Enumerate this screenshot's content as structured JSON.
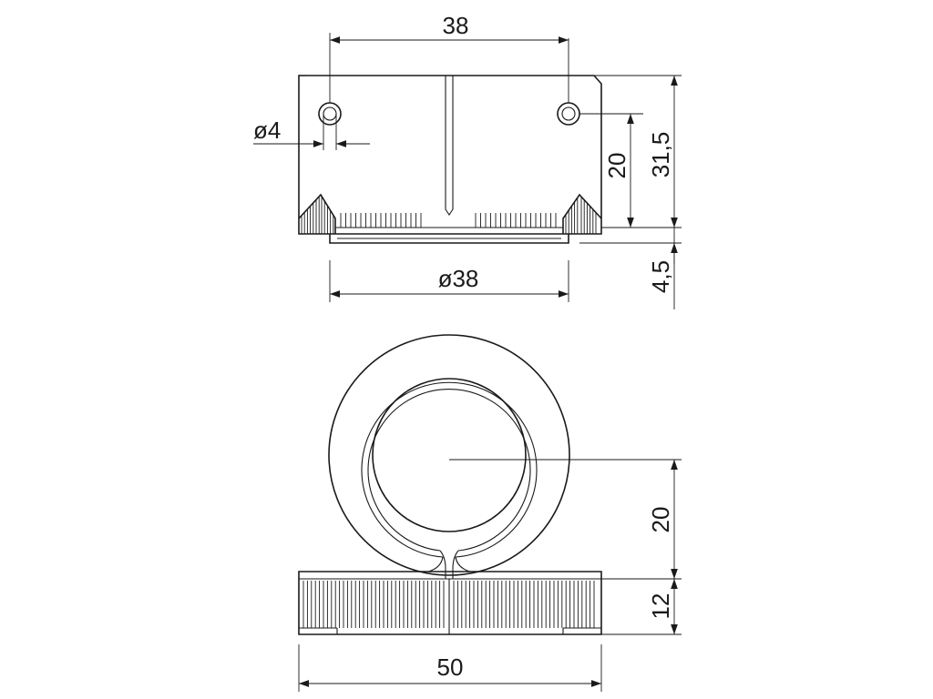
{
  "drawing": {
    "dimensions": {
      "top_width": "38",
      "hole_diameter": "ø4",
      "hole_height": "20",
      "total_height": "31,5",
      "base_diameter": "ø38",
      "base_height": "4,5",
      "ring_center_height": "20",
      "foot_height": "12",
      "overall_width": "50"
    },
    "colors": {
      "line": "#1a1a1a",
      "background": "#ffffff"
    }
  }
}
